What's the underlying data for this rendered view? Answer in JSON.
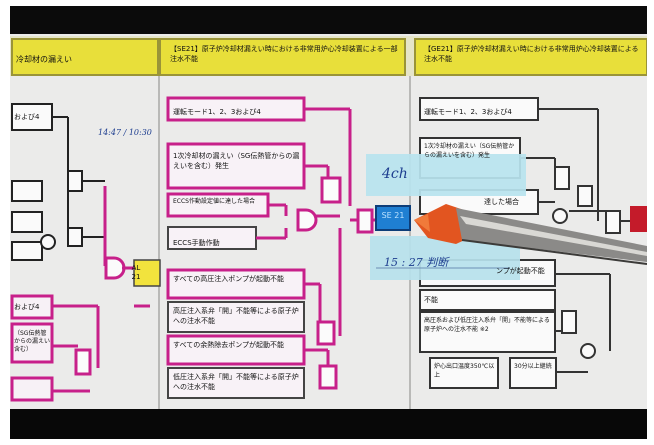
{
  "headers": [
    {
      "id": "left",
      "text": "冷却材の漏えい"
    },
    {
      "id": "mid",
      "text": "【SE21】原子炉冷却材漏えい時における非常用炉心冷却装置による一部注水不能"
    },
    {
      "id": "right",
      "text": "【GE21】原子炉冷却材漏えい時における非常用炉心冷却装置による注水不能"
    }
  ],
  "left_boxes": [
    "および4",
    "および4",
    "（SG伝熱管からの漏えい含む）"
  ],
  "left_note": "14:47 / 10:30",
  "mid_boxes": [
    "運転モード1、2、3および4",
    "1次冷却材の漏えい（SG伝熱管からの漏えいを含む）発生",
    "ECCS作動設定値に達した場合",
    "ECCS手動作動",
    "すべての高圧注入ポンプが起動不能",
    "高圧注入系弁「開」不能等による原子炉への注水不能",
    "すべての余熱除去ポンプが起動不能",
    "低圧注入系弁「開」不能等による原子炉への注水不能"
  ],
  "al_marker": {
    "line1": "AL",
    "line2": "21"
  },
  "right_boxes": [
    "運転モード1、2、3および4",
    "1次冷却材の漏えい（SG伝熱管からの漏えいを含む）発生",
    "達した場合",
    "ンプが起動不能",
    "不能",
    "高圧系および低圧注入系弁「開」不能等による原子炉への注水不能 ※2",
    "炉心出口温度350℃以上",
    "30分以上継続"
  ],
  "sticky_notes": [
    {
      "id": "top",
      "text": "4ch"
    },
    {
      "id": "bottom",
      "text": "15 : 27  判断"
    }
  ],
  "center_marker": {
    "text": "SE 21"
  }
}
